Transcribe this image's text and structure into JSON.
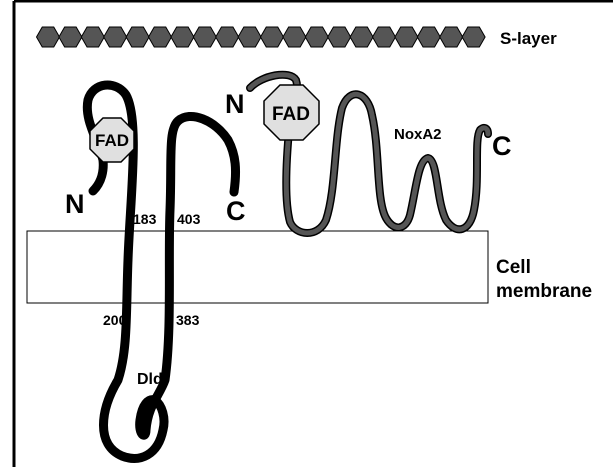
{
  "s_layer": {
    "label": "S-layer",
    "hexagon_count": 20,
    "fill": "#555555"
  },
  "membrane": {
    "label_line1": "Cell",
    "label_line2": "membrane"
  },
  "dld": {
    "name": "Dld",
    "cofactor": "FAD",
    "n_terminus": "N",
    "c_terminus": "C",
    "residues": {
      "tm1_top": "183",
      "tm1_bottom": "200",
      "tm2_bottom": "383",
      "tm2_top": "403"
    },
    "stroke": "#000000"
  },
  "noxa2": {
    "name": "NoxA2",
    "cofactor": "FAD",
    "n_terminus": "N",
    "c_terminus": "C",
    "fill": "#555555"
  },
  "fad_fill": "#e0e0e0"
}
